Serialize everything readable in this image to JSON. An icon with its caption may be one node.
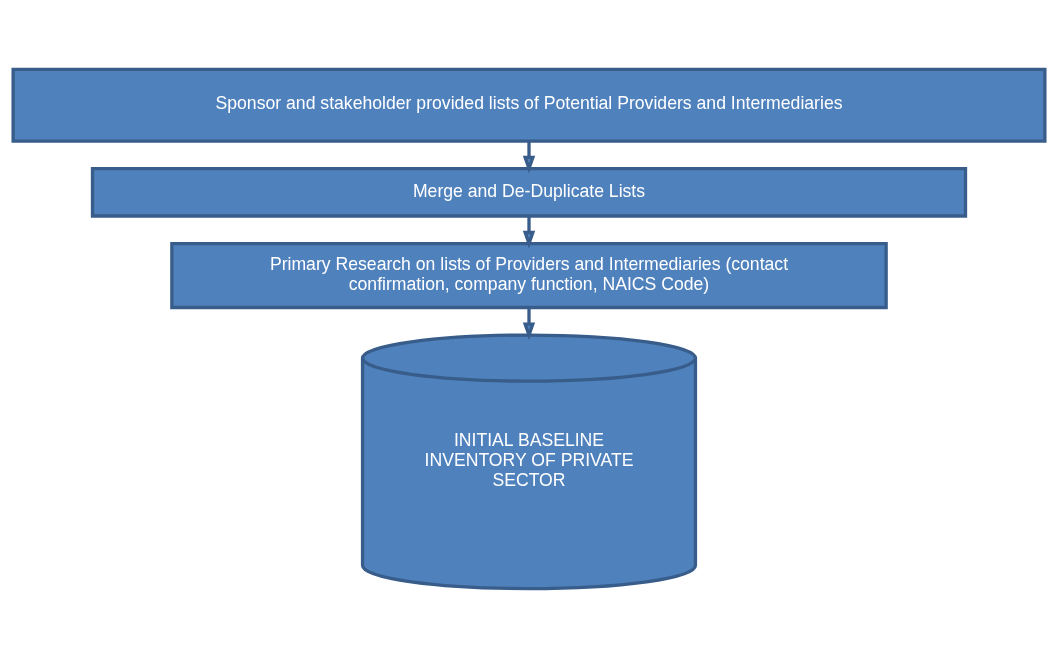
{
  "diagram": {
    "nodes": [
      {
        "text": [
          "Sponsor and stakeholder provided lists of Potential Providers and Intermediaries"
        ]
      },
      {
        "text": [
          "Merge and De-Duplicate Lists"
        ]
      },
      {
        "text": [
          "Primary Research on lists of Providers and Intermediaries (contact confirmation, company function, NAICS Code)"
        ]
      },
      {
        "text": [
          "INITIAL BASELINE INVENTORY OF PRIVATE SECTOR"
        ]
      }
    ],
    "edges": [
      {
        "from": 0,
        "to": 1,
        "arrow": "to"
      },
      {
        "from": 1,
        "to": 2,
        "arrow": "to"
      },
      {
        "from": 2,
        "to": 3,
        "arrow": "to"
      }
    ]
  }
}
